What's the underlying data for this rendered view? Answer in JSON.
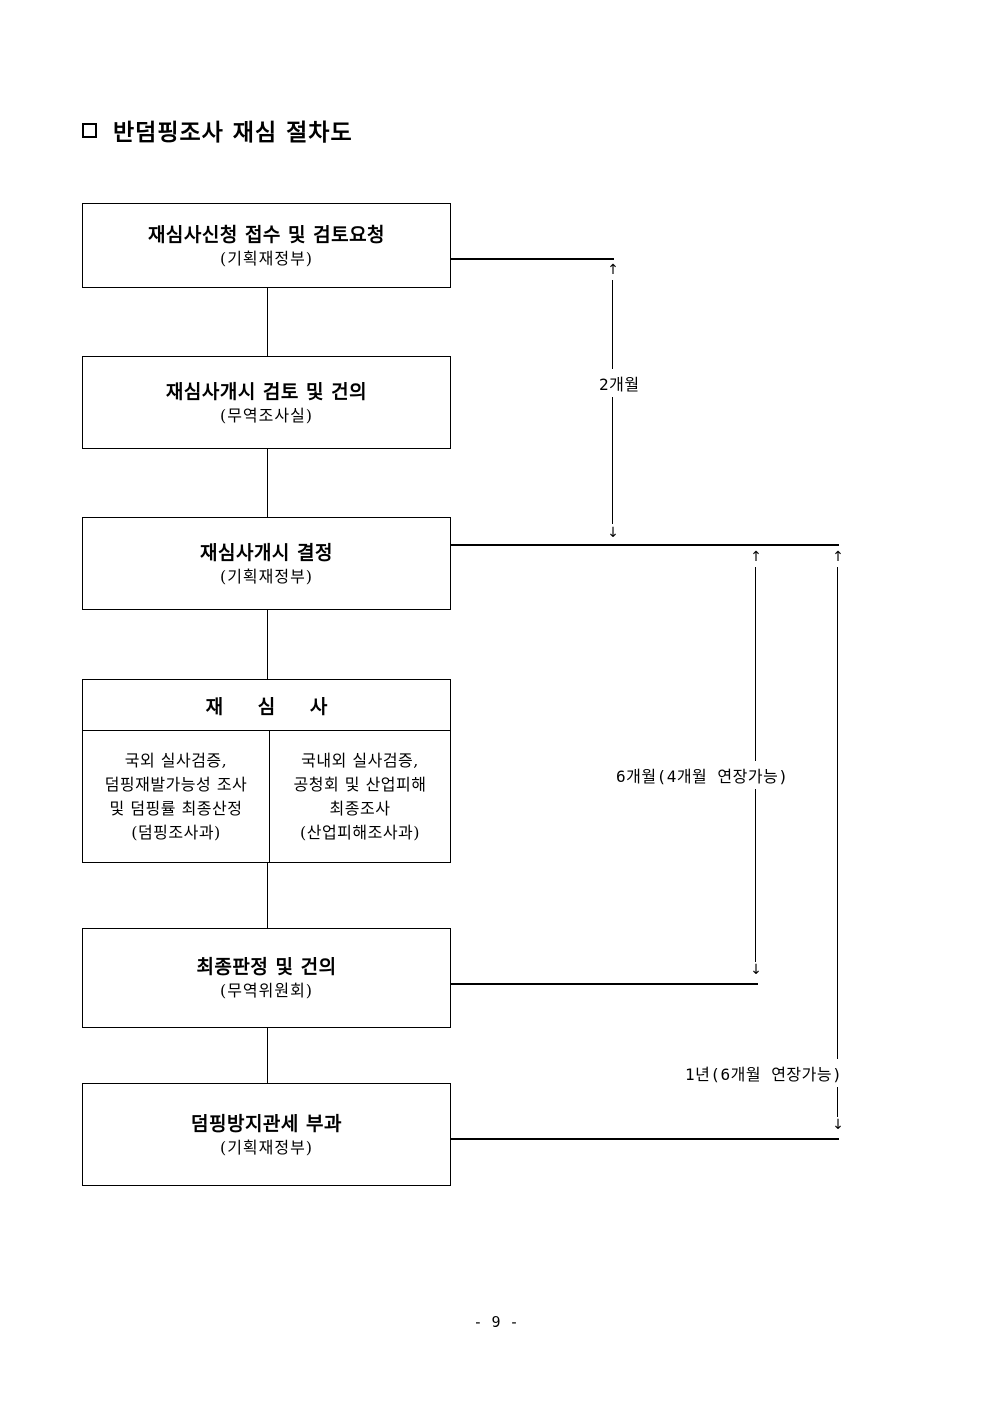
{
  "title": "반덤핑조사 재심 절차도",
  "steps": [
    {
      "main": "재심사신청 접수 및 검토요청",
      "sub": "(기획재정부)"
    },
    {
      "main": "재심사개시 검토 및 건의",
      "sub": "(무역조사실)"
    },
    {
      "main": "재심사개시 결정",
      "sub": "(기획재정부)"
    },
    {
      "main": "최종판정 및 건의",
      "sub": "(무역위원회)"
    },
    {
      "main": "덤핑방지관세 부과",
      "sub": "(기획재정부)"
    }
  ],
  "review": {
    "header": "재 심 사",
    "left": [
      "국외 실사검증,",
      "덤핑재발가능성 조사",
      "및 덤핑률 최종산정",
      "(덤핑조사과)"
    ],
    "right": [
      "국내외 실사검증,",
      "공청회 및 산업피해",
      "최종조사",
      "(산업피해조사과)"
    ]
  },
  "durations": {
    "d1": "2개월",
    "d2": "6개월(4개월 연장가능)",
    "d3": "1년(6개월 연장가능)"
  },
  "page_number": "- 9 -"
}
